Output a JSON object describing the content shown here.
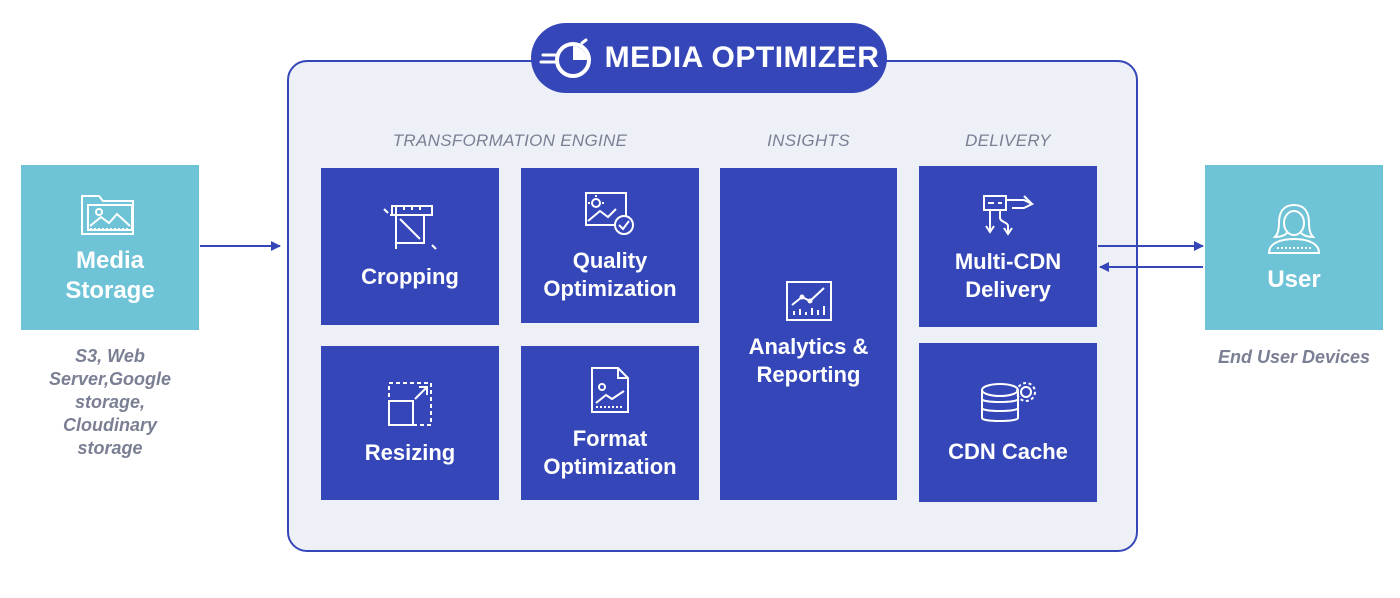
{
  "header": {
    "title": "MEDIA OPTIMIZER",
    "logo_icon": "stopwatch-icon"
  },
  "sections": {
    "transformation": "TRANSFORMATION ENGINE",
    "insights": "INSIGHTS",
    "delivery": "DELIVERY"
  },
  "source": {
    "title": "Media\nStorage",
    "icon": "folder-image-icon",
    "caption": "S3, Web\nServer,Google\nstorage,\nCloudinary\nstorage"
  },
  "cards": {
    "cropping": {
      "title": "Cropping",
      "icon": "crop-icon"
    },
    "quality": {
      "title": "Quality\nOptimization",
      "icon": "image-check-icon"
    },
    "resizing": {
      "title": "Resizing",
      "icon": "resize-icon"
    },
    "format": {
      "title": "Format\nOptimization",
      "icon": "file-image-icon"
    },
    "analytics": {
      "title": "Analytics &\nReporting",
      "icon": "chart-icon"
    },
    "multicdn": {
      "title": "Multi-CDN\nDelivery",
      "icon": "routing-icon"
    },
    "cache": {
      "title": "CDN Cache",
      "icon": "database-gear-icon"
    }
  },
  "user": {
    "title": "User",
    "icon": "user-icon",
    "caption": "End User Devices"
  },
  "colors": {
    "primary": "#3547b8",
    "panel": "#eef0f8",
    "external": "#6ec4d6",
    "muted": "#7a7f93"
  }
}
